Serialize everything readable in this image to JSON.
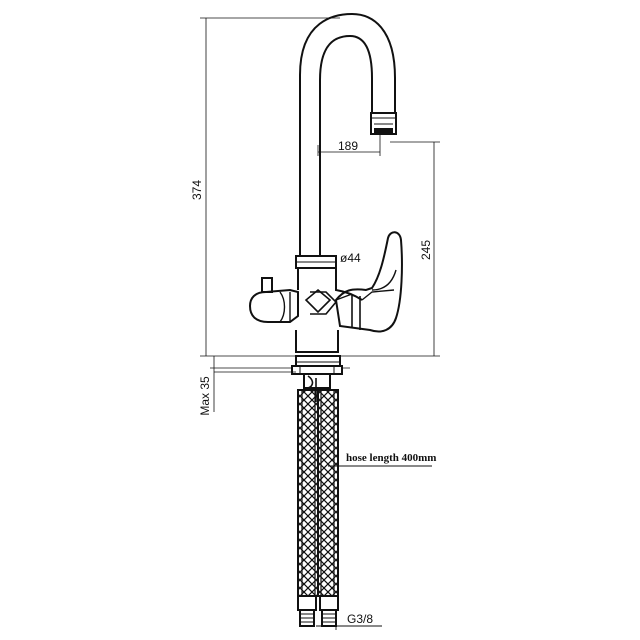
{
  "drawing": {
    "dims": {
      "total_height": "374",
      "spout_reach": "189",
      "spout_height": "245",
      "body_diameter": "ø44",
      "max_deck": "Max 35"
    },
    "notes": {
      "hose": "hose length 400mm",
      "thread": "G3/8"
    }
  }
}
